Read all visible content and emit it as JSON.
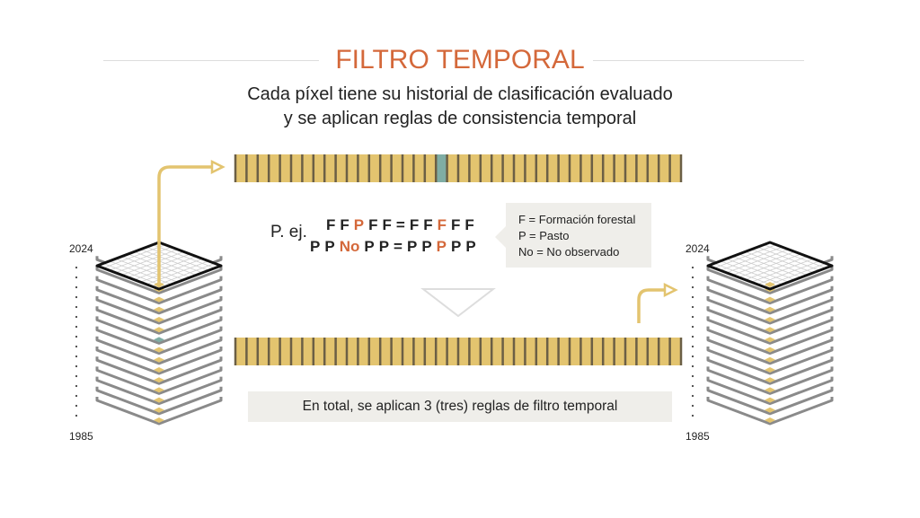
{
  "title": "FILTRO TEMPORAL",
  "subtitle_line1": "Cada píxel tiene su historial de clasificación evaluado",
  "subtitle_line2": "y se aplican reglas de consistencia temporal",
  "example": {
    "label": "P. ej.",
    "row1": [
      [
        "F",
        0
      ],
      [
        "F",
        0
      ],
      [
        "P",
        1
      ],
      [
        "F",
        0
      ],
      [
        "F",
        0
      ],
      [
        "=",
        0
      ],
      [
        "F",
        0
      ],
      [
        "F",
        0
      ],
      [
        "F",
        1
      ],
      [
        "F",
        0
      ],
      [
        "F",
        0
      ]
    ],
    "row2": [
      [
        "P",
        0
      ],
      [
        "P",
        0
      ],
      [
        "No",
        1
      ],
      [
        "P",
        0
      ],
      [
        "P",
        0
      ],
      [
        "=",
        0
      ],
      [
        "P",
        0
      ],
      [
        "P",
        0
      ],
      [
        "P",
        1
      ],
      [
        "P",
        0
      ],
      [
        "P",
        0
      ]
    ]
  },
  "legend": [
    "F = Formación forestal",
    "P = Pasto",
    "No = No observado"
  ],
  "total_text": "En total, se aplican 3 (tres) reglas de filtro temporal",
  "left_stack": {
    "year_top": "2024",
    "year_bottom": "1985"
  },
  "right_stack": {
    "year_top": "2024",
    "year_bottom": "1985"
  },
  "colors": {
    "accent": "#d4683a",
    "cell": "#e3c46f",
    "anomaly": "#7fada4",
    "divider": "#6b5f45"
  },
  "strip_cells": 40,
  "anomaly_index": 18
}
